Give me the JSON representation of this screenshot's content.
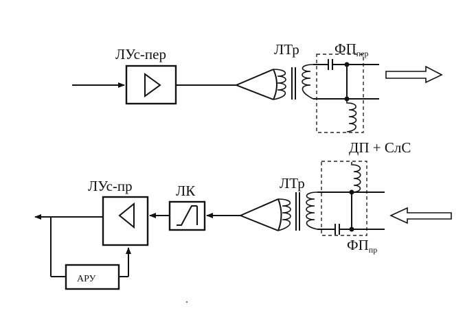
{
  "labels": {
    "lus_per": "ЛУс-пер",
    "ltr_top": "ЛТр",
    "fp_per_main": "ФП",
    "fp_per_sub": "пер",
    "dp_sls": "ДП + СлС",
    "lus_pr": "ЛУс-пр",
    "lk": "ЛК",
    "ltr_bottom": "ЛТр",
    "fp_pr_main": "ФП",
    "fp_pr_sub": "пр",
    "aru": "АРУ"
  }
}
